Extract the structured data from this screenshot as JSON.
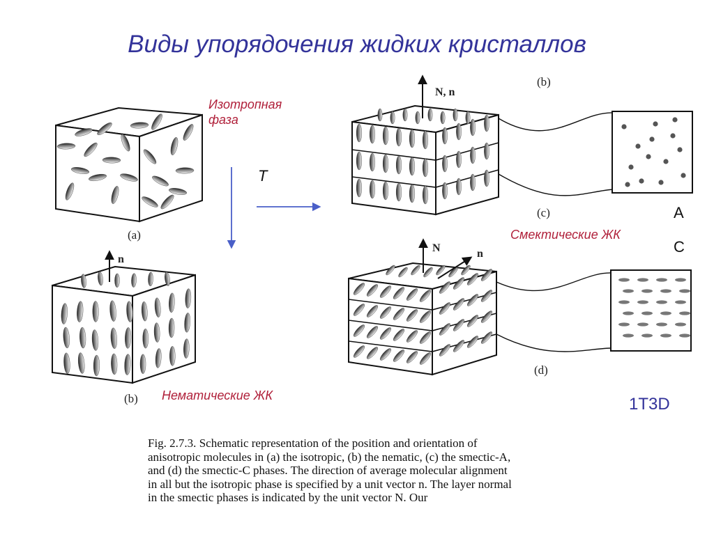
{
  "title": "Виды упорядочения жидких кристаллов",
  "labels": {
    "isotropic_phase_line1": "Изотропная",
    "isotropic_phase_line2": "фаза",
    "nematic_lc": "Нематические ЖК",
    "smectic_lc": "Смектические ЖК",
    "temperature": "T",
    "smectic_a": "A",
    "smectic_c": "C",
    "slide_code": "1Т3D"
  },
  "panel_tags": {
    "a": "(a)",
    "b_nematic": "(b)",
    "b_top": "(b)",
    "c": "(c)",
    "d": "(d)"
  },
  "vectors": {
    "nematic_n": "n",
    "smectic_a_Nn": "N, n",
    "smectic_c_N": "N",
    "smectic_c_n": "n"
  },
  "caption": {
    "fig_label": "Fig. 2.7.3.",
    "lines": [
      "Schematic representation of the position and orientation of",
      "anisotropic molecules in (a) the isotropic, (b) the nematic, (c) the smectic-A,",
      "and (d) the smectic-C phases. The direction of average molecular alignment",
      "in all but the isotropic phase is specified by a unit vector n. The layer normal",
      "in the smectic phases is indicated by the unit vector N. Our"
    ]
  },
  "colors": {
    "title": "#33339a",
    "red_labels": "#b0203a",
    "arrow_blue": "#4a5fc8"
  }
}
